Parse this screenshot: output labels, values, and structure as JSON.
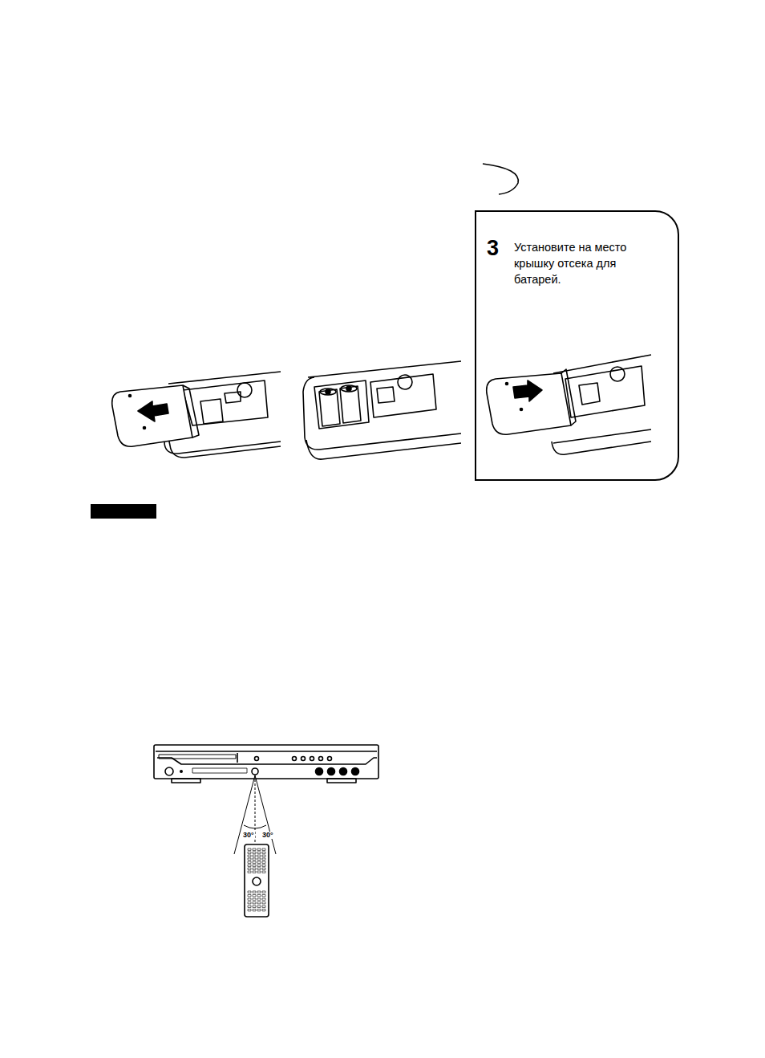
{
  "diagram": {
    "nodes": [
      {
        "text": [
          "3",
          "Установите на место крышку отсека для батарей."
        ]
      }
    ],
    "labels": [
      "30°",
      "30°"
    ]
  }
}
